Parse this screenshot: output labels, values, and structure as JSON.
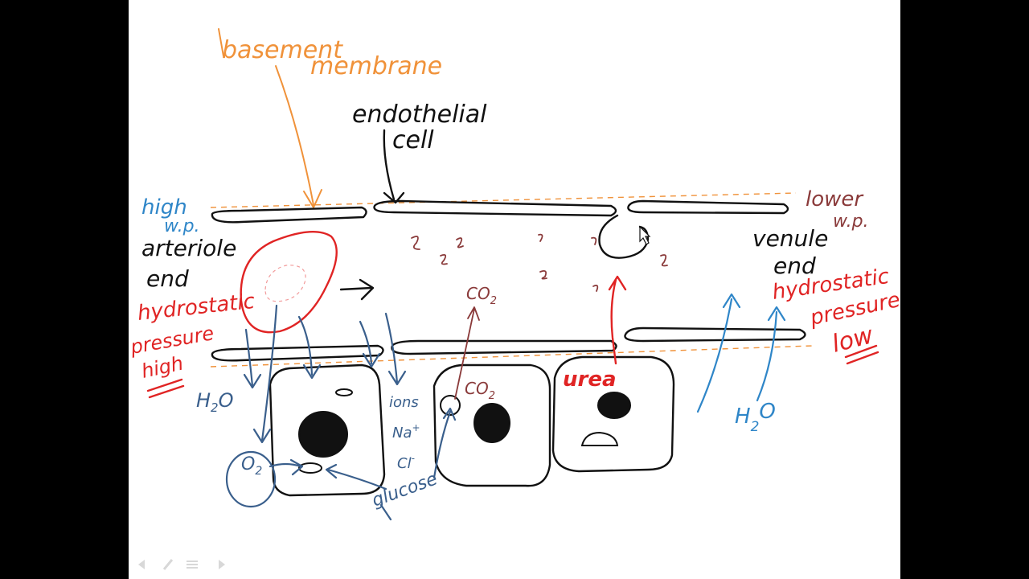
{
  "labels": {
    "basement": "basement",
    "membrane": "membrane",
    "endothelial": "endothelial",
    "cell": "cell",
    "high": "high",
    "wp_left": "w.p.",
    "arteriole": "arteriole",
    "end_left": "end",
    "hydrostatic_left": "hydrostatic",
    "pressure_left": "pressure",
    "high_red": "high",
    "lower": "lower",
    "wp_right": "w.p.",
    "venule": "venule",
    "end_right": "end",
    "hydrostatic_right": "hydrostatic",
    "pressure_right": "pressure",
    "low": "low",
    "h2o_left": "H",
    "h2o_left_sub": "2",
    "h2o_left_o": "O",
    "o2": "O",
    "o2_sub": "2",
    "ions": "ions",
    "na": "Na",
    "na_sup": "+",
    "cl": "Cl",
    "cl_sup": "-",
    "glucose": "glucose",
    "co2_upper": "CO",
    "co2_upper_sub": "2",
    "co2_lower": "CO",
    "co2_lower_sub": "2",
    "urea": "urea",
    "h2o_right_h": "H",
    "h2o_right_sub": "2",
    "h2o_right_o": "O"
  },
  "colors": {
    "orange": "#f0923a",
    "black": "#111111",
    "red": "#e02424",
    "blue": "#2f86c8",
    "dark_blue": "#3a5f8c",
    "maroon": "#8a3a3a"
  },
  "toolbar": {
    "icons": [
      "back-icon",
      "pen-icon",
      "menu-icon",
      "forward-icon"
    ]
  }
}
